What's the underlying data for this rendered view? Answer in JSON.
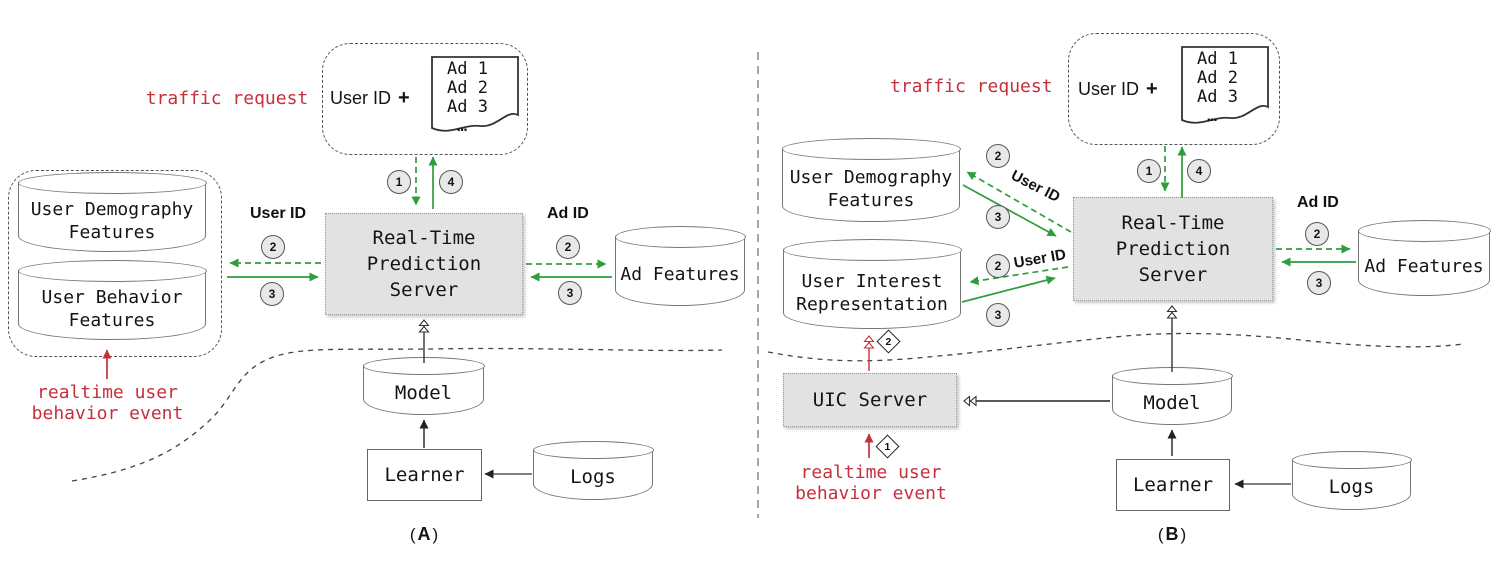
{
  "colors": {
    "arrow_green": "#2e9e3c",
    "accent_red": "#c5303c",
    "server_fill": "#e2e2e2",
    "badge_fill": "#e8e8e8"
  },
  "badges": {
    "n1": "1",
    "n2": "2",
    "n3": "3",
    "n4": "4"
  },
  "panel_a": {
    "caption_open": "(",
    "caption_letter": "A",
    "caption_close": ")",
    "traffic_request_label": "traffic request",
    "request_box": {
      "user_id_label": "User ID",
      "plus": "+",
      "ad_list": [
        "Ad 1",
        "Ad 2",
        "Ad 3",
        "…"
      ]
    },
    "user_id_label": "User ID",
    "ad_id_label": "Ad ID",
    "server_lines": [
      "Real-Time",
      "Prediction",
      "Server"
    ],
    "demography_lines": [
      "User Demography",
      "Features"
    ],
    "behavior_lines": [
      "User Behavior",
      "Features"
    ],
    "ad_features_label": "Ad Features",
    "model_label": "Model",
    "learner_label": "Learner",
    "logs_label": "Logs",
    "event_lines": [
      "realtime user",
      "behavior event"
    ]
  },
  "panel_b": {
    "caption_open": "(",
    "caption_letter": "B",
    "caption_close": ")",
    "traffic_request_label": "traffic request",
    "request_box": {
      "user_id_label": "User ID",
      "plus": "+",
      "ad_list": [
        "Ad 1",
        "Ad 2",
        "Ad 3",
        "…"
      ]
    },
    "user_id_query_labels": [
      "User ID",
      "User ID"
    ],
    "ad_id_label": "Ad ID",
    "server_lines": [
      "Real-Time",
      "Prediction",
      "Server"
    ],
    "demography_lines": [
      "User Demography",
      "Features"
    ],
    "interest_lines": [
      "User Interest",
      "Representation"
    ],
    "uic_server_label": "UIC Server",
    "ad_features_label": "Ad Features",
    "model_label": "Model",
    "learner_label": "Learner",
    "logs_label": "Logs",
    "event_lines": [
      "realtime user",
      "behavior event"
    ],
    "diamond_1": "1",
    "diamond_2": "2"
  }
}
